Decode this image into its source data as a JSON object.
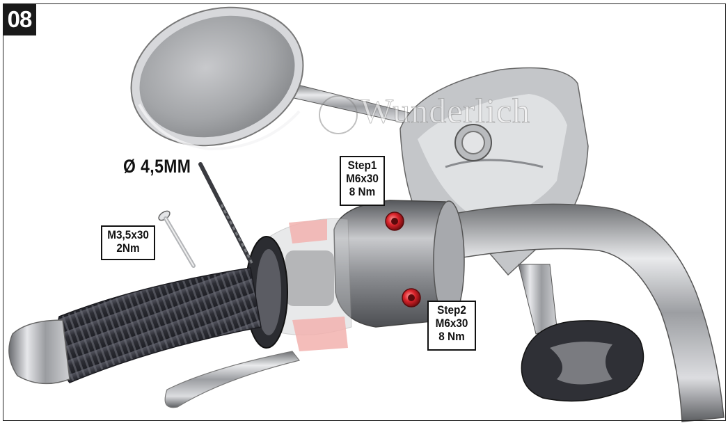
{
  "badge": {
    "step_number": "08"
  },
  "drill": {
    "label": "Ø 4,5MM"
  },
  "screw_callout": {
    "size": "M3,5x30",
    "torque": "2Nm"
  },
  "step1_callout": {
    "step": "Step1",
    "size": "M6x30",
    "torque": "8 Nm"
  },
  "step2_callout": {
    "step": "Step2",
    "size": "M6x30",
    "torque": "8 Nm"
  },
  "watermark": {
    "text": "Wunderlich"
  },
  "colors": {
    "accent_red": "#d9232a",
    "frame": "#222222",
    "chrome": "#a9abae",
    "grip_dark": "#3b3b44"
  },
  "icons": [
    "mirror-icon",
    "drill-bit-icon",
    "screw-icon",
    "bolt-icon",
    "handlebar-icon",
    "grip-icon",
    "brake-lever-icon",
    "indicator-icon"
  ]
}
